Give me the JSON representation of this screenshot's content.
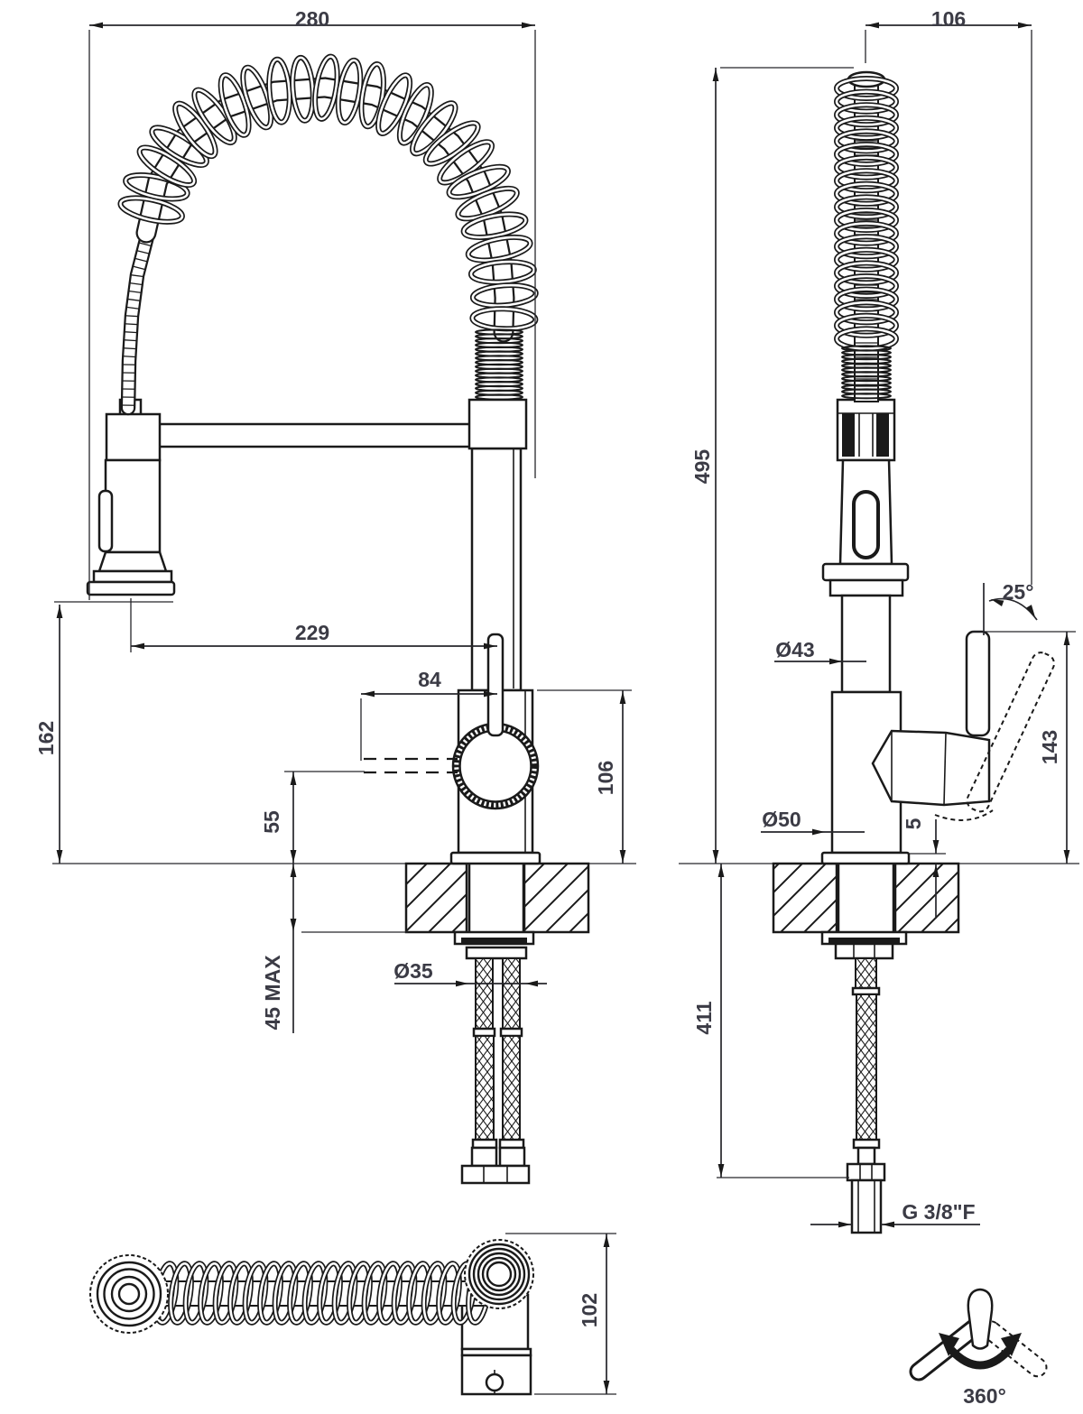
{
  "drawing": {
    "type": "faucet-installation-dimension-drawing",
    "views": [
      "front-view",
      "side-view",
      "top-view",
      "swivel-symbol"
    ]
  },
  "dimensions": {
    "overall_width": "280",
    "handle_offset": "106",
    "overall_height": "495",
    "spray_outlet_height": "162",
    "spray_reach": "229",
    "lever_offset": "84",
    "body_height": "106",
    "spout_hole_height": "55",
    "counter_thickness": "45 MAX",
    "shank_diameter": "Ø35",
    "hose_drop": "411",
    "neck_diameter": "Ø43",
    "base_diameter": "Ø50",
    "base_plate_height": "5",
    "handle_height": "143",
    "handle_tilt_angle": "25°",
    "supply_connection": "G 3/8\"F",
    "head_depth": "102",
    "swivel_angle": "360°"
  }
}
